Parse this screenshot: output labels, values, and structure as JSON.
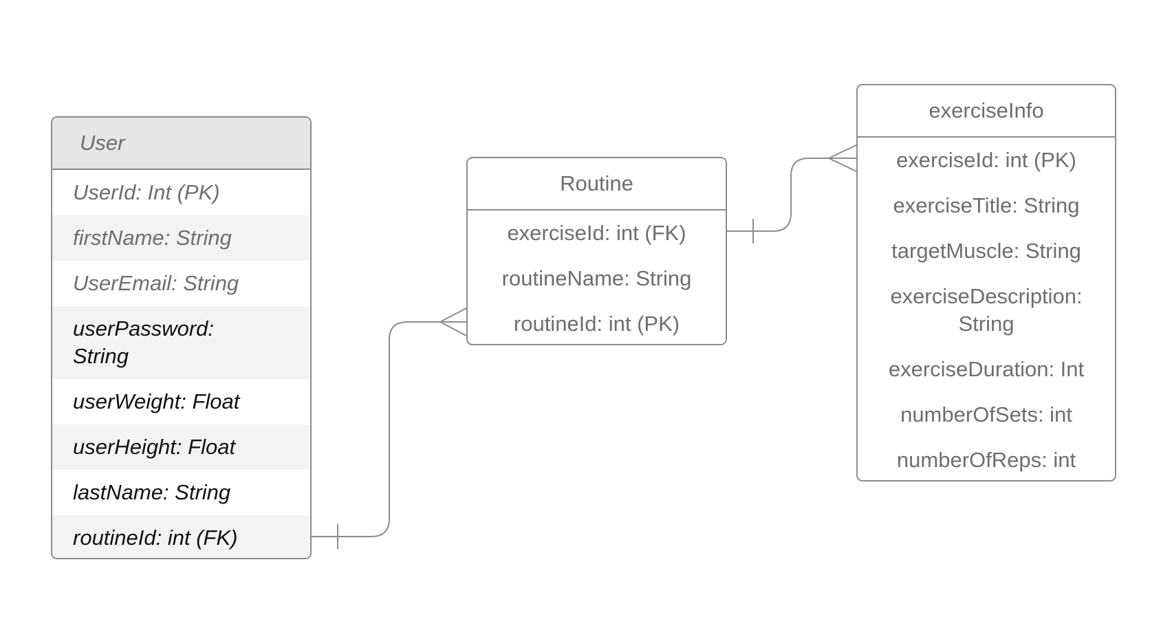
{
  "user": {
    "title": "User",
    "fields": [
      "UserId: Int (PK)",
      "firstName: String",
      "UserEmail: String",
      "userPassword: String",
      "userWeight: Float",
      "userHeight: Float",
      "lastName: String",
      "routineId: int (FK)"
    ]
  },
  "routine": {
    "title": "Routine",
    "fields": [
      "exerciseId: int (FK)",
      "routineName: String",
      "routineId: int (PK)"
    ]
  },
  "exercise_info": {
    "title": "exerciseInfo",
    "fields": [
      "exerciseId: int (PK)",
      "exerciseTitle: String",
      "targetMuscle: String",
      "exerciseDescription: String",
      "exerciseDuration: Int",
      "numberOfSets: int",
      "numberOfReps: int"
    ]
  },
  "relationships": [
    {
      "from": "User.routineId",
      "to": "Routine.routineId",
      "from_end": "one",
      "to_end": "many"
    },
    {
      "from": "Routine.exerciseId",
      "to": "exerciseInfo.exerciseId",
      "from_end": "one",
      "to_end": "many"
    }
  ],
  "colors": {
    "line": "#8c8c8c",
    "muted_text": "#6e6e6e",
    "dark_text": "#111111",
    "header_fill": "#e6e6e6",
    "alt_row_fill": "#f3f3f3"
  }
}
